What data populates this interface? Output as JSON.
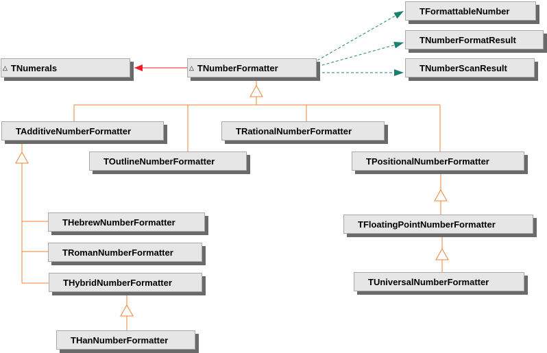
{
  "diagram": {
    "type": "class-hierarchy",
    "abstract_marker": "△",
    "classes": [
      {
        "id": "TNumerals",
        "label": "TNumerals",
        "abstract": true
      },
      {
        "id": "TNumberFormatter",
        "label": "TNumberFormatter",
        "abstract": true
      },
      {
        "id": "TFormattableNumber",
        "label": "TFormattableNumber",
        "abstract": false
      },
      {
        "id": "TNumberFormatResult",
        "label": "TNumberFormatResult",
        "abstract": false
      },
      {
        "id": "TNumberScanResult",
        "label": "TNumberScanResult",
        "abstract": false
      },
      {
        "id": "TAdditiveNumberFormatter",
        "label": "TAdditiveNumberFormatter",
        "abstract": false
      },
      {
        "id": "TRationalNumberFormatter",
        "label": "TRationalNumberFormatter",
        "abstract": false
      },
      {
        "id": "TOutlineNumberFormatter",
        "label": "TOutlineNumberFormatter",
        "abstract": false
      },
      {
        "id": "TPositionalNumberFormatter",
        "label": "TPositionalNumberFormatter",
        "abstract": false
      },
      {
        "id": "THebrewNumberFormatter",
        "label": "THebrewNumberFormatter",
        "abstract": false
      },
      {
        "id": "TRomanNumberFormatter",
        "label": "TRomanNumberFormatter",
        "abstract": false
      },
      {
        "id": "THybridNumberFormatter",
        "label": "THybridNumberFormatter",
        "abstract": false
      },
      {
        "id": "TFloatingPointNumberFormatter",
        "label": "TFloatingPointNumberFormatter",
        "abstract": false
      },
      {
        "id": "TUniversalNumberFormatter",
        "label": "TUniversalNumberFormatter",
        "abstract": false
      },
      {
        "id": "THanNumberFormatter",
        "label": "THanNumberFormatter",
        "abstract": false
      }
    ],
    "relations": {
      "association": [
        {
          "from": "TNumberFormatter",
          "to": "TNumerals"
        }
      ],
      "uses": [
        {
          "from": "TNumberFormatter",
          "to": "TFormattableNumber"
        },
        {
          "from": "TNumberFormatter",
          "to": "TNumberFormatResult"
        },
        {
          "from": "TNumberFormatter",
          "to": "TNumberScanResult"
        }
      ],
      "inheritance": [
        {
          "parent": "TNumberFormatter",
          "children": [
            "TAdditiveNumberFormatter",
            "TOutlineNumberFormatter",
            "TRationalNumberFormatter",
            "TPositionalNumberFormatter"
          ]
        },
        {
          "parent": "TAdditiveNumberFormatter",
          "children": [
            "THebrewNumberFormatter",
            "TRomanNumberFormatter",
            "THybridNumberFormatter"
          ]
        },
        {
          "parent": "THybridNumberFormatter",
          "children": [
            "THanNumberFormatter"
          ]
        },
        {
          "parent": "TPositionalNumberFormatter",
          "children": [
            "TFloatingPointNumberFormatter"
          ]
        },
        {
          "parent": "TFloatingPointNumberFormatter",
          "children": [
            "TUniversalNumberFormatter"
          ]
        }
      ]
    },
    "colors": {
      "inheritance": "#f08030",
      "association": "#ee1c24",
      "uses": "#1a8070",
      "box_fill": "#e6e6e6",
      "box_shadow": "#6a6a6a",
      "box_border": "#a8a8a8"
    }
  }
}
